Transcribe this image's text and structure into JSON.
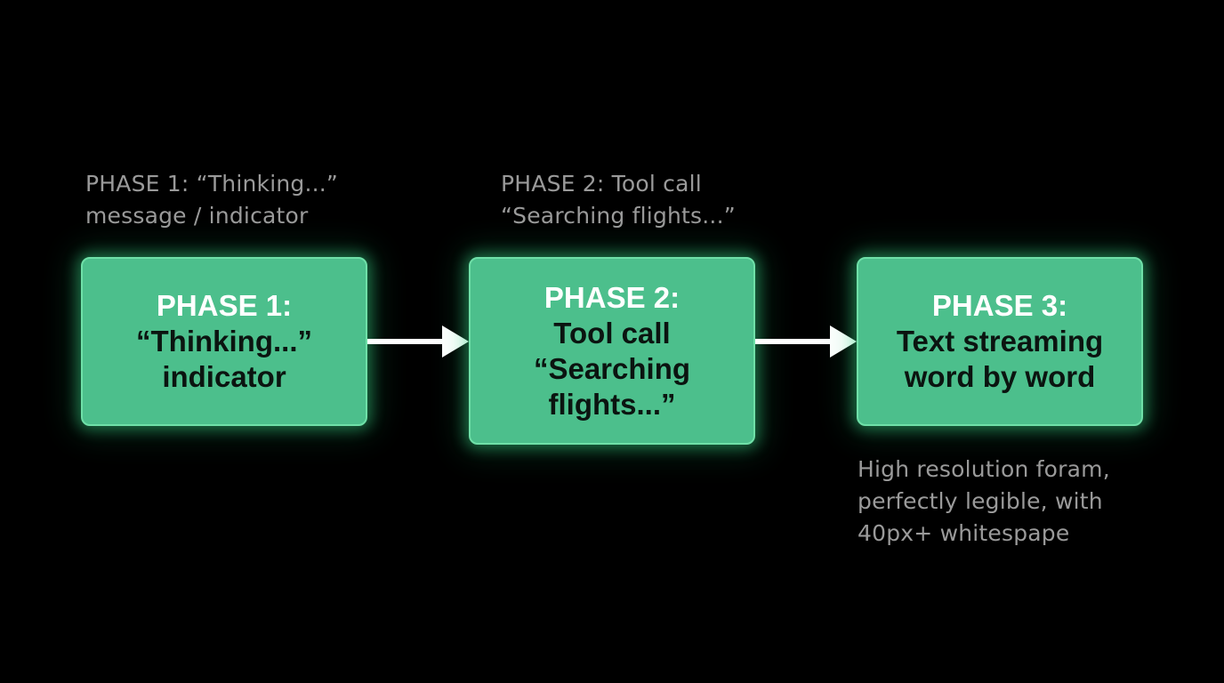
{
  "colors": {
    "background": "#000000",
    "box_fill": "#4cbf8c",
    "box_border": "#6fe0a8",
    "glow": "#3cdc8c",
    "heading_text": "#ffffff",
    "body_text": "#0b1410",
    "caption_text": "#9a9a9a",
    "arrow": "#ffffff"
  },
  "captions": [
    {
      "lines": [
        "PHASE 1: “Thinking...”",
        "message / indicator"
      ]
    },
    {
      "lines": [
        "PHASE 2: Tool call",
        "“Searching flights...”"
      ]
    },
    {
      "lines": [
        "High resolution foram,",
        "perfectly legible, with",
        "40px+ whitespape"
      ]
    }
  ],
  "boxes": [
    {
      "heading": "PHASE 1:",
      "lines": [
        "“Thinking...”",
        "indicator"
      ]
    },
    {
      "heading": "PHASE 2:",
      "lines": [
        "Tool call",
        "“Searching",
        "flights...”"
      ]
    },
    {
      "heading": "PHASE 3:",
      "lines": [
        "Text streaming",
        "word by word"
      ]
    }
  ],
  "connectors": [
    {
      "from": "phase-1",
      "to": "phase-2",
      "icon": "arrow-right-icon"
    },
    {
      "from": "phase-2",
      "to": "phase-3",
      "icon": "arrow-right-icon"
    }
  ]
}
